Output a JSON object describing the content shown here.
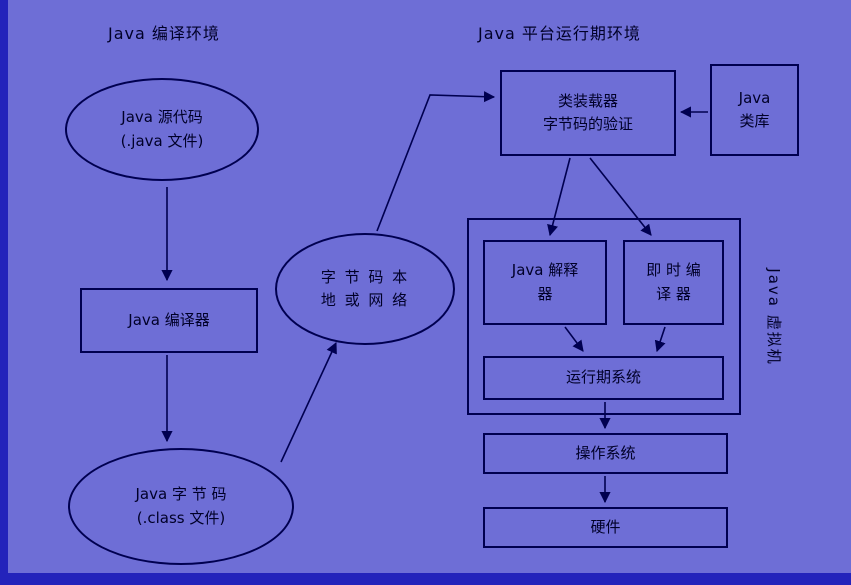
{
  "colors": {
    "background": "#6e6ed6",
    "edge_strip": "#2323bb",
    "line": "#000050",
    "text": "#000028"
  },
  "titles": {
    "left": "Java 编译环境",
    "right": "Java 平台运行期环境"
  },
  "nodes": {
    "source": {
      "line1": "Java 源代码",
      "line2": "(.java 文件)"
    },
    "compiler": {
      "label": "Java 编译器"
    },
    "bytecode": {
      "line1": "Java 字 节 码",
      "line2": "(.class 文件)"
    },
    "network": {
      "line1": "字 节 码 本",
      "line2": "地 或 网 络"
    },
    "classloader": {
      "line1": "类装载器",
      "line2": "字节码的验证"
    },
    "classlib": {
      "line1": "Java",
      "line2": "类库"
    },
    "interpreter": {
      "line1": "Java 解释",
      "line2": "器"
    },
    "jit": {
      "line1": "即 时 编",
      "line2": "译 器"
    },
    "runtime": {
      "label": "运行期系统"
    },
    "jvm": {
      "label": "Java 虚拟机"
    },
    "os": {
      "label": "操作系统"
    },
    "hardware": {
      "label": "硬件"
    }
  }
}
